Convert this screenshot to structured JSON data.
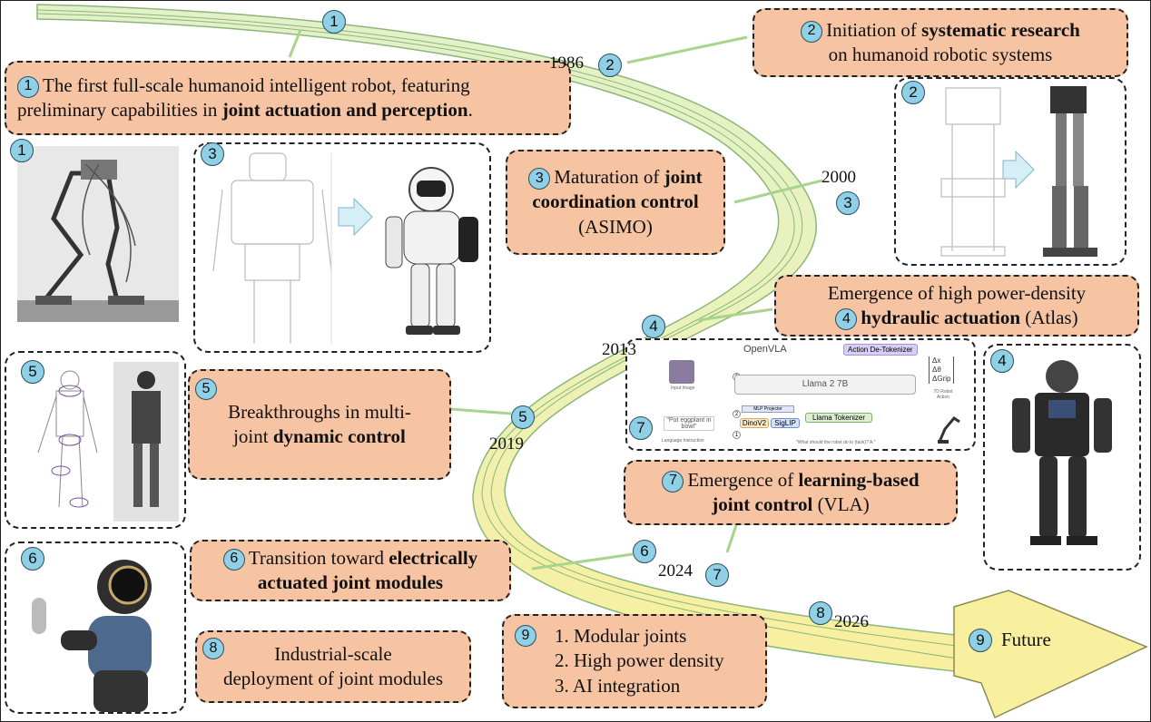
{
  "milestones": {
    "m1": {
      "num": "1",
      "line1": "The first full-scale humanoid intelligent robot, featuring",
      "line2_pre": "preliminary capabilities in ",
      "line2_bold": "joint actuation and perception",
      "line2_post": "."
    },
    "m2": {
      "num": "2",
      "pre": "Initiation of ",
      "bold": "systematic research",
      "post": "on humanoid robotic systems",
      "year": "1986"
    },
    "m3": {
      "num": "3",
      "pre": "Maturation of ",
      "bold1": "joint",
      "bold2": "coordination control",
      "post": "(ASIMO)",
      "year": "2000"
    },
    "m4": {
      "num": "4",
      "pre": "Emergence of high power-density",
      "bold": "hydraulic actuation",
      "post": " (Atlas)",
      "year": "2013"
    },
    "m5": {
      "num": "5",
      "pre": "Breakthroughs in multi-",
      "pre2": "joint ",
      "bold": "dynamic control",
      "year": "2019"
    },
    "m6": {
      "num": "6",
      "pre": "Transition toward ",
      "bold1": "electrically",
      "bold2": "actuated joint modules",
      "year": "2024"
    },
    "m7": {
      "num": "7",
      "pre": "Emergence of ",
      "bold1": "learning-based",
      "bold2": "joint control",
      "post": " (VLA)"
    },
    "m8": {
      "num": "8",
      "line1": "Industrial-scale",
      "line2": "deployment of joint modules",
      "year": "2026"
    },
    "m9": {
      "num": "9",
      "items": [
        "1. Modular joints",
        "2. High power density",
        "3. AI integration"
      ],
      "label": "Future"
    }
  },
  "vla_figure": {
    "title": "OpenVLA",
    "llama": "Llama 2 7B",
    "detokenizer": "Action De-Tokenizer",
    "projector": "MLP Projector",
    "dino": "DinoV2",
    "siglip": "SigLIP",
    "tokenizer": "Llama Tokenizer",
    "input_image": "Input Image",
    "instruction": "\"Put eggplant in bowl\"",
    "lang_caption": "Language Instruction",
    "query": "\"What should the robot do to {task}? A:\"",
    "deltas": [
      "Δx",
      "Δθ",
      "ΔGrip"
    ],
    "action_caption": "7D Robot Action",
    "step1": "1",
    "step2": "2",
    "step3": "3"
  },
  "colors": {
    "label_fill": "#f6c4a3",
    "badge_fill": "#8fd0e6",
    "ribbon_green": "#dcedc0",
    "ribbon_yellow": "#f8f0a6"
  }
}
